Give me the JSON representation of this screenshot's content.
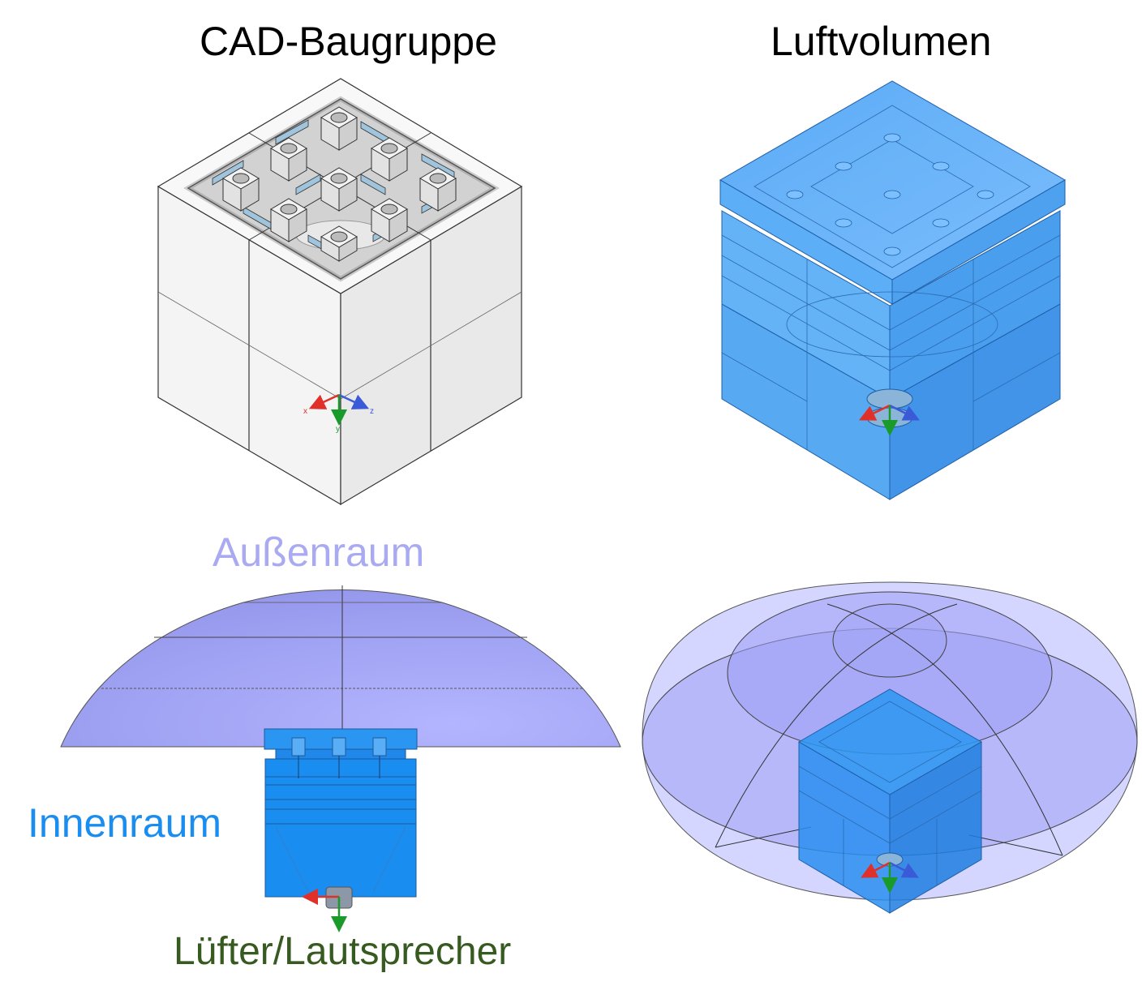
{
  "titles": {
    "cad_assembly": "CAD-Baugruppe",
    "air_volume": "Luftvolumen"
  },
  "labels": {
    "outer_space": "Außenraum",
    "inner_space": "Innenraum",
    "fan_speaker": "Lüfter/Lautsprecher"
  },
  "axes": {
    "x": "x",
    "y": "y",
    "z": "z"
  },
  "colors": {
    "cad_body": "#f1f1f1",
    "cad_edge": "#333333",
    "air_inner": "#1a8ef0",
    "air_outer": "#9a9cf5",
    "axis_x": "#e0302a",
    "axis_y": "#1a9a2a",
    "axis_z": "#3a5ad8"
  }
}
